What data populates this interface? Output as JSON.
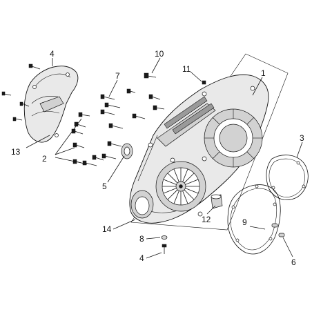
{
  "labels": {
    "p1": "1",
    "p2": "2",
    "p3": "3",
    "p4a": "4",
    "p4b": "4",
    "p5": "5",
    "p6": "6",
    "p7": "7",
    "p8": "8",
    "p9": "9",
    "p10": "10",
    "p11": "11",
    "p12": "12",
    "p13": "13",
    "p14": "14"
  }
}
